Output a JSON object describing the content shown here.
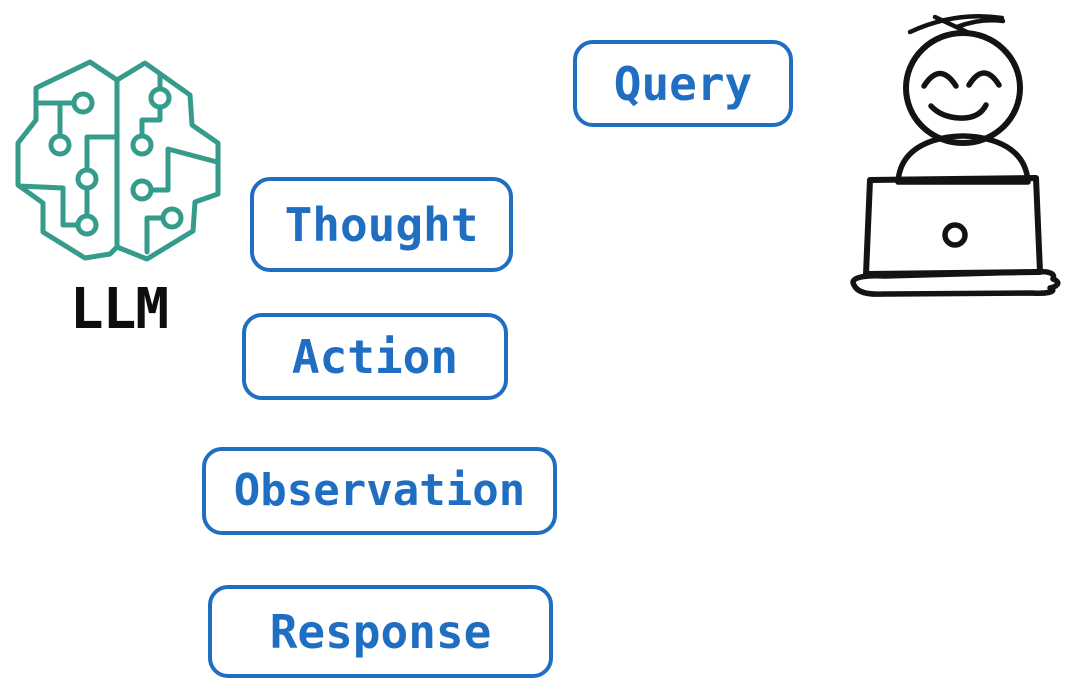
{
  "llm": {
    "label": "LLM"
  },
  "boxes": [
    {
      "id": "query",
      "label": "Query"
    },
    {
      "id": "thought",
      "label": "Thought"
    },
    {
      "id": "action",
      "label": "Action"
    },
    {
      "id": "observation",
      "label": "Observation"
    },
    {
      "id": "response",
      "label": "Response"
    }
  ],
  "icons": {
    "brain": "circuit-brain-icon",
    "person": "person-at-laptop-icon"
  },
  "colors": {
    "box_blue": "#1f6ec2",
    "brain_teal": "#359b8a",
    "shirt_blue": "#4a63e0",
    "laptop_gray": "#c7cacb",
    "laptop_base_gray": "#c3c7c8",
    "outline_black": "#131313",
    "background": "#ffffff"
  }
}
